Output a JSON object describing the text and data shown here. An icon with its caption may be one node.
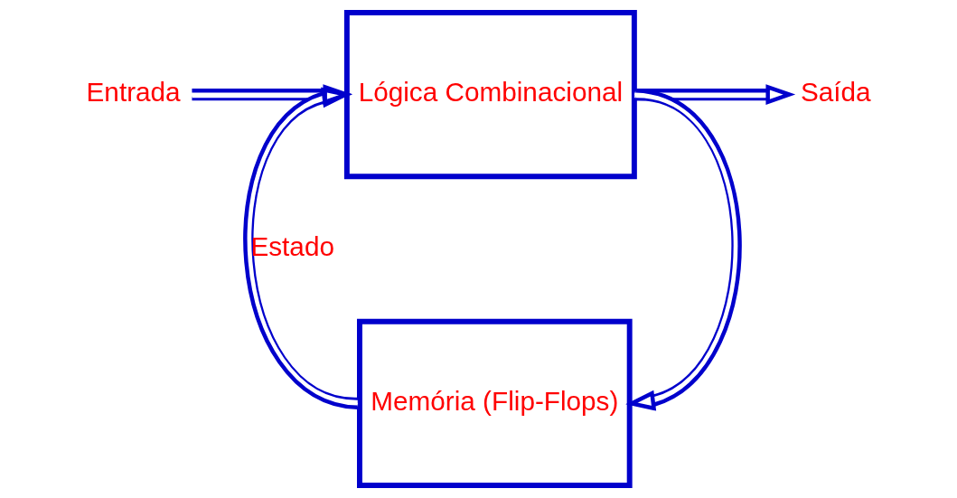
{
  "diagram": {
    "nodes": [
      {
        "text": [
          "Entrada"
        ]
      },
      {
        "text": [
          "Lógica Combinacional"
        ]
      },
      {
        "text": [
          "Saída"
        ]
      },
      {
        "text": [
          "Memória (Flip-Flops)"
        ]
      }
    ],
    "edges": [
      {
        "from": 0,
        "to": 1,
        "arrow": "to"
      },
      {
        "from": 1,
        "to": 2,
        "arrow": "to"
      },
      {
        "from": 1,
        "to": 3,
        "arrow": "to"
      },
      {
        "from": 3,
        "to": 1,
        "arrow": "to",
        "label": "Estado"
      }
    ]
  }
}
